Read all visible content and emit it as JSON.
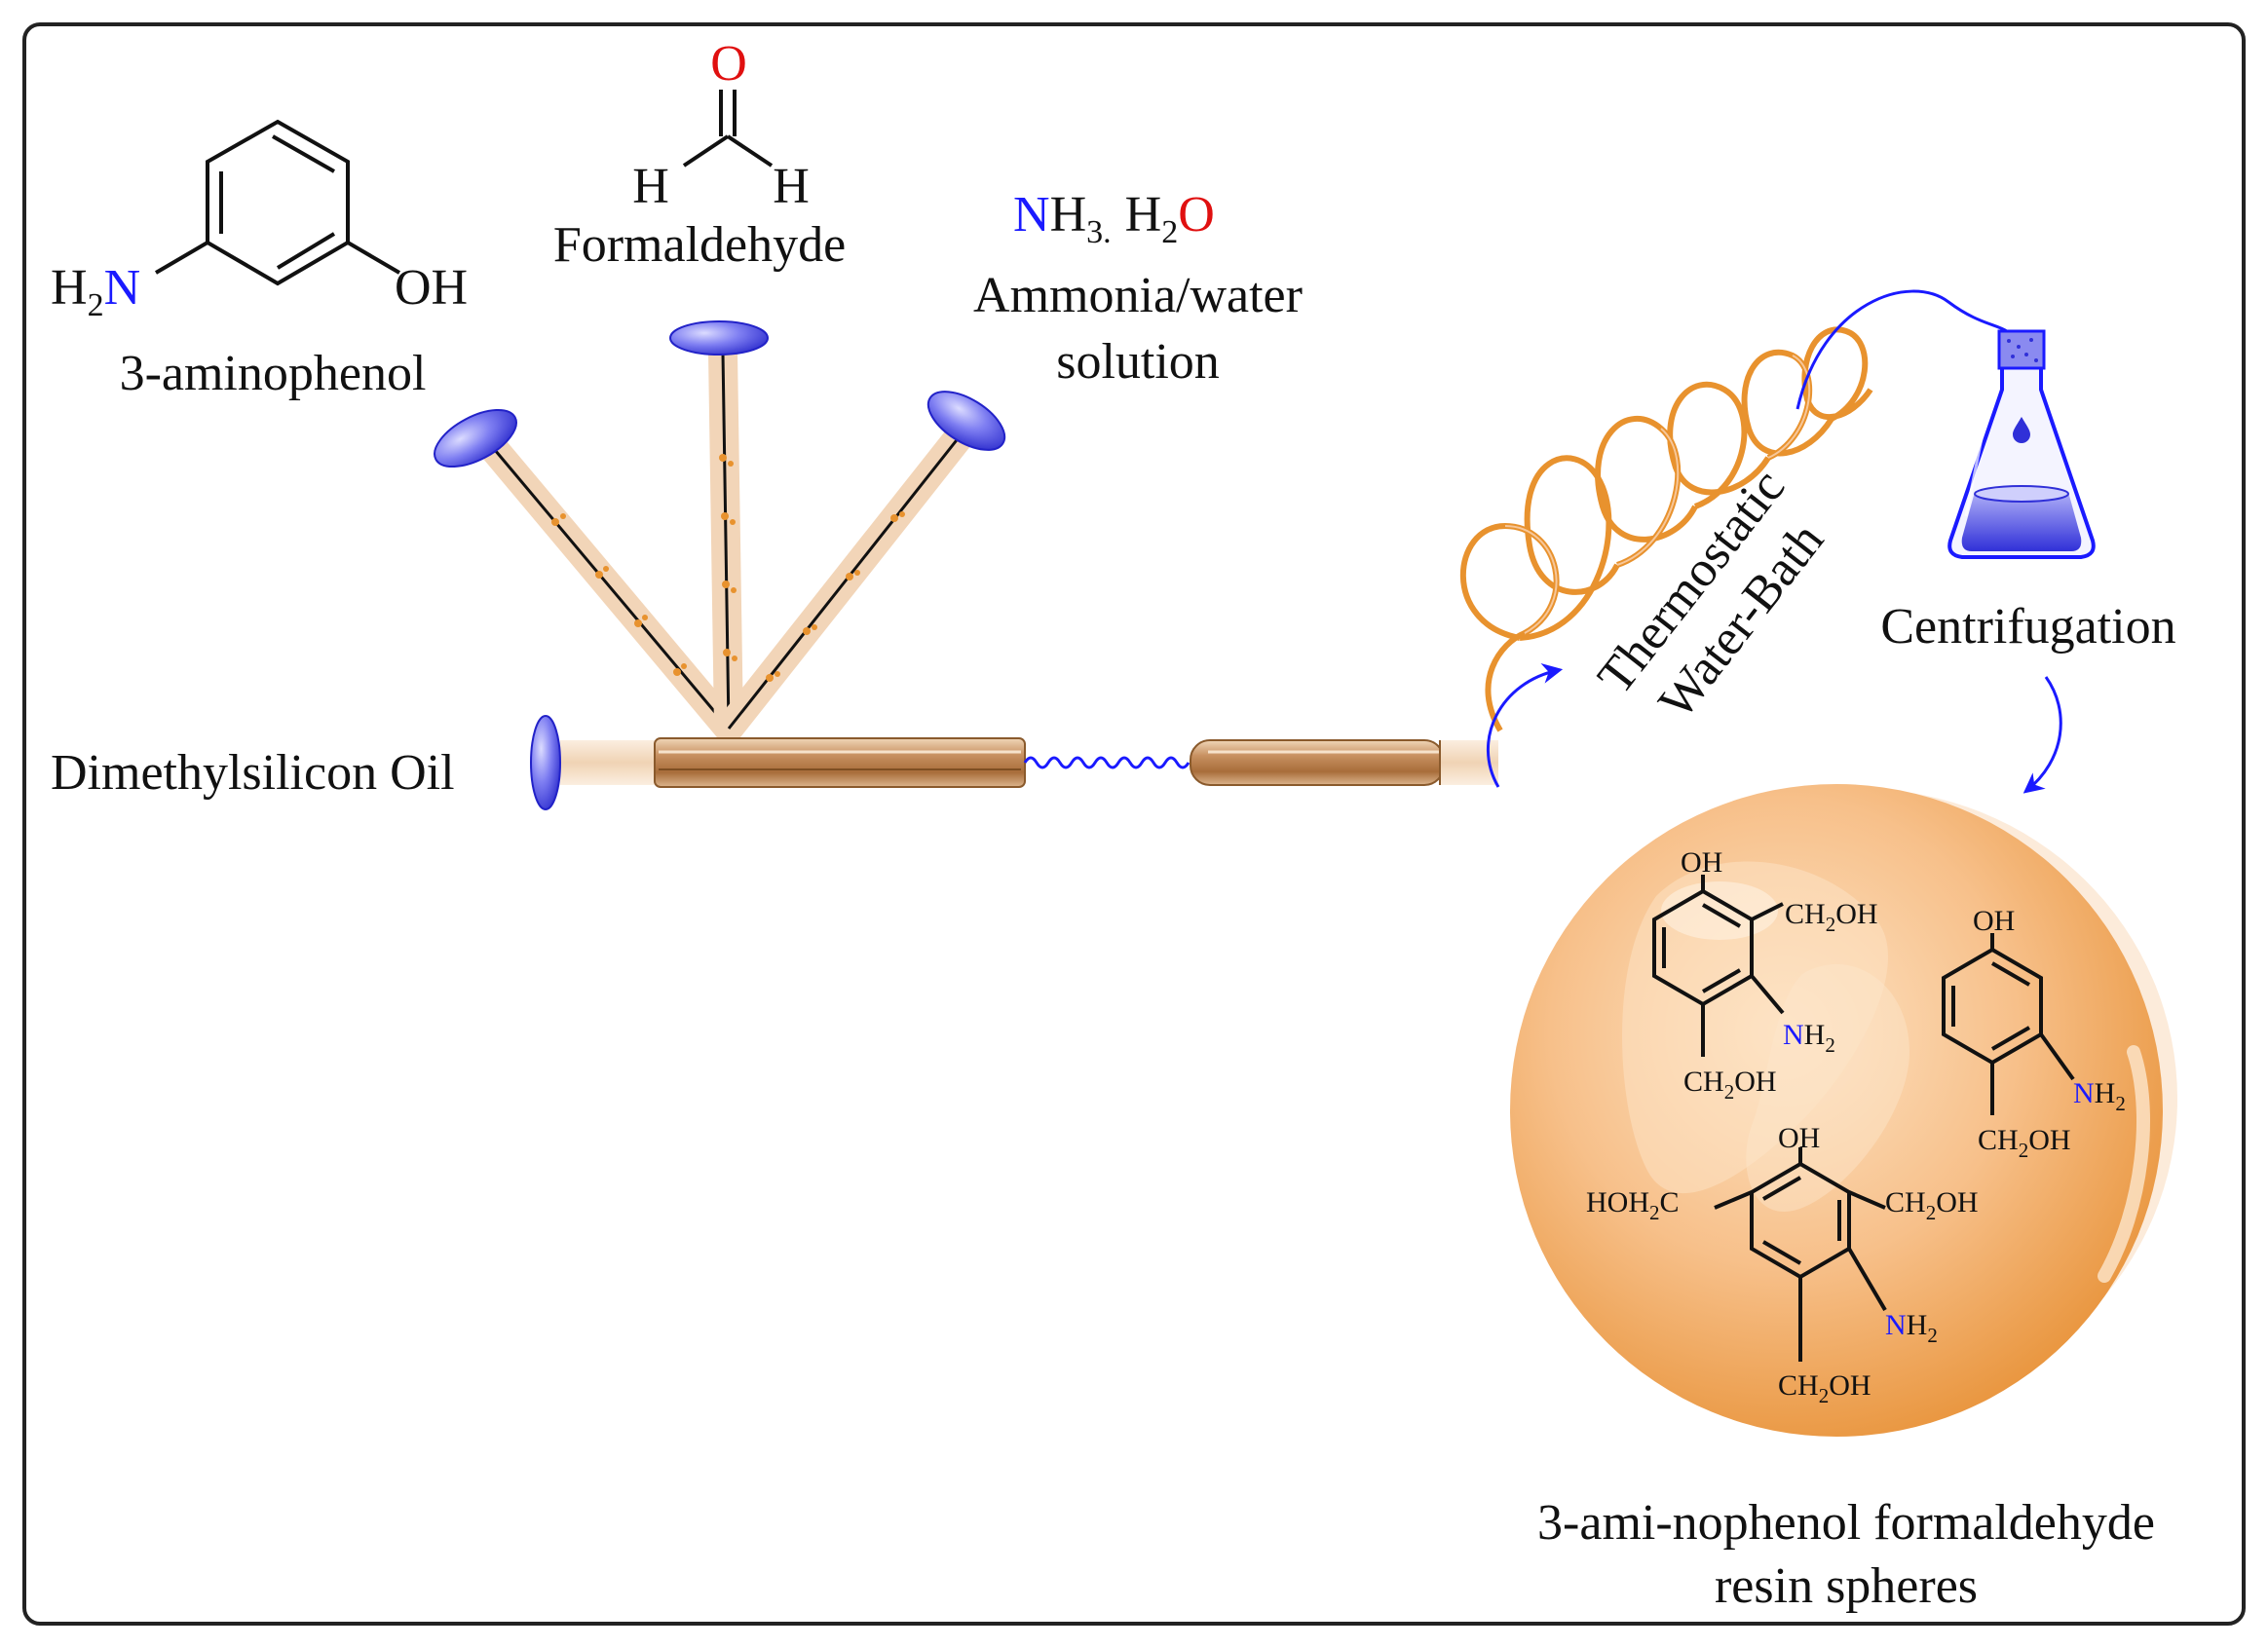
{
  "colors": {
    "frame": "#222222",
    "nitrogen": "#1a1aff",
    "oxygen": "#e01010",
    "tubing": "#e8922e",
    "capsule": "#3a3ae0",
    "sphere": "#f4b676",
    "tube_brown": "#b98452",
    "tube_light": "#f3dcc4"
  },
  "reagents": {
    "aminophenol": {
      "name": "3-aminophenol",
      "h2": "H",
      "h2_sub": "2",
      "n": "N",
      "oh": "OH"
    },
    "formaldehyde": {
      "name": "Formaldehyde",
      "o": "O",
      "h_left": "H",
      "h_right": "H"
    },
    "ammonia": {
      "n": "N",
      "h3": "H",
      "h3_sub": "3.",
      "h2": "H",
      "h2_sub": "2",
      "o": "O",
      "name_line1": "Ammonia/water",
      "name_line2": "solution"
    }
  },
  "oil_label": "Dimethylsilicon Oil",
  "bath_label": {
    "line1": "Thermostatic",
    "line2": "Water-Bath"
  },
  "centrifugation_label": "Centrifugation",
  "product_label": {
    "line1": "3-ami-nophenol formaldehyde",
    "line2": "resin spheres"
  },
  "molecules": {
    "oh": "OH",
    "ch2": "CH",
    "sub2": "2",
    "oh_tail": "OH",
    "n": "N",
    "h": "H",
    "hoh2c_head": "HOH",
    "hoh2c_tail": "C"
  },
  "icons": [
    "capsule-icon",
    "coil-icon",
    "flask-icon",
    "arrow-icon",
    "sphere-icon"
  ]
}
